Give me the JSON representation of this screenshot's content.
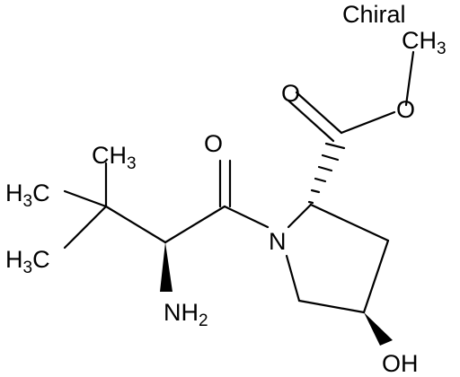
{
  "molecule": {
    "stereo_flag": "Chiral",
    "atoms": {
      "methyl_top": {
        "main": "CH",
        "sub": "3",
        "after": ""
      },
      "ester_o_ring": {
        "main": "O",
        "sub": "",
        "after": ""
      },
      "carbonyl_o_ester": {
        "main": "O",
        "sub": "",
        "after": ""
      },
      "carbonyl_o_amide": {
        "main": "O",
        "sub": "",
        "after": ""
      },
      "ring_n": {
        "main": "N",
        "sub": "",
        "after": ""
      },
      "tbu_ch3_top": {
        "main": "CH",
        "sub": "3",
        "after": ""
      },
      "tbu_ch3_mid": {
        "main": "H",
        "sub": "3",
        "after": "C"
      },
      "tbu_ch3_low": {
        "main": "H",
        "sub": "3",
        "after": "C"
      },
      "amine": {
        "main": "NH",
        "sub": "2",
        "after": ""
      },
      "hydroxyl": {
        "main": "OH",
        "sub": "",
        "after": ""
      }
    },
    "colors": {
      "bond": "#000000",
      "text": "#000000",
      "background": "#ffffff"
    }
  }
}
